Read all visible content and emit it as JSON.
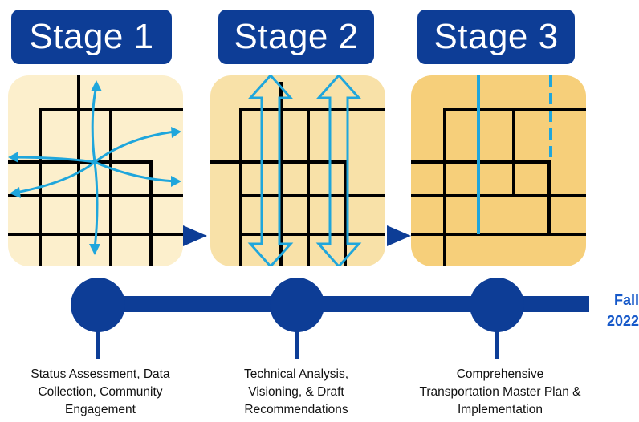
{
  "stages": [
    {
      "title": "Stage 1",
      "caption": [
        "Status Assessment, Data",
        "Collection, Community",
        "Engagement"
      ]
    },
    {
      "title": "Stage 2",
      "caption": [
        "Technical Analysis,",
        "Visioning, & Draft",
        "Recommendations"
      ]
    },
    {
      "title": "Stage 3",
      "caption": [
        "Comprehensive",
        "Transportation Master Plan &",
        "Implementation"
      ]
    }
  ],
  "timeline_end": {
    "season": "Fall",
    "year": "2022"
  },
  "colors": {
    "header_bg": "#0d3d96",
    "panel_1_bg": "#fcefcc",
    "panel_2_bg": "#f8e1a8",
    "panel_3_bg": "#f6cf7a",
    "street_lines": "#000000",
    "accent_blue": "#1fa6dc",
    "timeline": "#0d3d96",
    "date_text": "#1558c9"
  },
  "icons": [
    "street-grid-icon",
    "multidirectional-arrows-icon",
    "double-headed-arrow-icon",
    "network-improvement-line-icon"
  ]
}
